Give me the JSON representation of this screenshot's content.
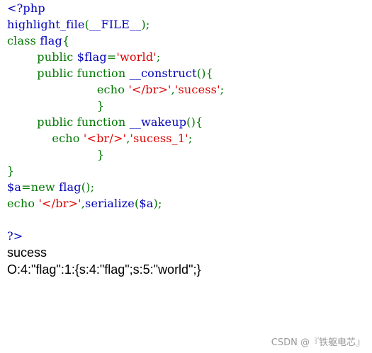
{
  "code_lines": [
    [
      {
        "t": "<?php",
        "c": "blue"
      }
    ],
    [
      {
        "t": "highlight_file",
        "c": "blue"
      },
      {
        "t": "(",
        "c": "green"
      },
      {
        "t": "__FILE__",
        "c": "blue"
      },
      {
        "t": ");",
        "c": "green"
      }
    ],
    [
      {
        "t": "class ",
        "c": "green"
      },
      {
        "t": "flag",
        "c": "blue"
      },
      {
        "t": "{",
        "c": "green"
      }
    ],
    [
      {
        "t": "        public ",
        "c": "green"
      },
      {
        "t": "$flag",
        "c": "blue"
      },
      {
        "t": "=",
        "c": "green"
      },
      {
        "t": "'world'",
        "c": "red"
      },
      {
        "t": ";",
        "c": "green"
      }
    ],
    [
      {
        "t": "        public function ",
        "c": "green"
      },
      {
        "t": "__construct",
        "c": "blue"
      },
      {
        "t": "(){",
        "c": "green"
      }
    ],
    [
      {
        "t": "                        echo ",
        "c": "green"
      },
      {
        "t": "'</br>'",
        "c": "red"
      },
      {
        "t": ",",
        "c": "green"
      },
      {
        "t": "'sucess'",
        "c": "red"
      },
      {
        "t": ";",
        "c": "green"
      }
    ],
    [
      {
        "t": "                        }",
        "c": "green"
      }
    ],
    [
      {
        "t": "        public function ",
        "c": "green"
      },
      {
        "t": "__wakeup",
        "c": "blue"
      },
      {
        "t": "(){",
        "c": "green"
      }
    ],
    [
      {
        "t": "            echo ",
        "c": "green"
      },
      {
        "t": "'<br/>'",
        "c": "red"
      },
      {
        "t": ",",
        "c": "green"
      },
      {
        "t": "'sucess_1'",
        "c": "red"
      },
      {
        "t": ";",
        "c": "green"
      }
    ],
    [
      {
        "t": "                        }",
        "c": "green"
      }
    ],
    [
      {
        "t": "}",
        "c": "green"
      }
    ],
    [
      {
        "t": "$a",
        "c": "blue"
      },
      {
        "t": "=new ",
        "c": "green"
      },
      {
        "t": "flag",
        "c": "blue"
      },
      {
        "t": "();",
        "c": "green"
      }
    ],
    [
      {
        "t": "echo ",
        "c": "green"
      },
      {
        "t": "'</br>'",
        "c": "red"
      },
      {
        "t": ",",
        "c": "green"
      },
      {
        "t": "serialize",
        "c": "blue"
      },
      {
        "t": "(",
        "c": "green"
      },
      {
        "t": "$a",
        "c": "blue"
      },
      {
        "t": ");",
        "c": "green"
      }
    ],
    [],
    [
      {
        "t": "?>",
        "c": "blue"
      }
    ]
  ],
  "colors": {
    "blue": "#0000BB",
    "green": "#007700",
    "red": "#DD0000"
  },
  "output": {
    "line1": "sucess",
    "line2": "O:4:\"flag\":1:{s:4:\"flag\";s:5:\"world\";}"
  },
  "watermark": "CSDN @『铁躯电芯』"
}
